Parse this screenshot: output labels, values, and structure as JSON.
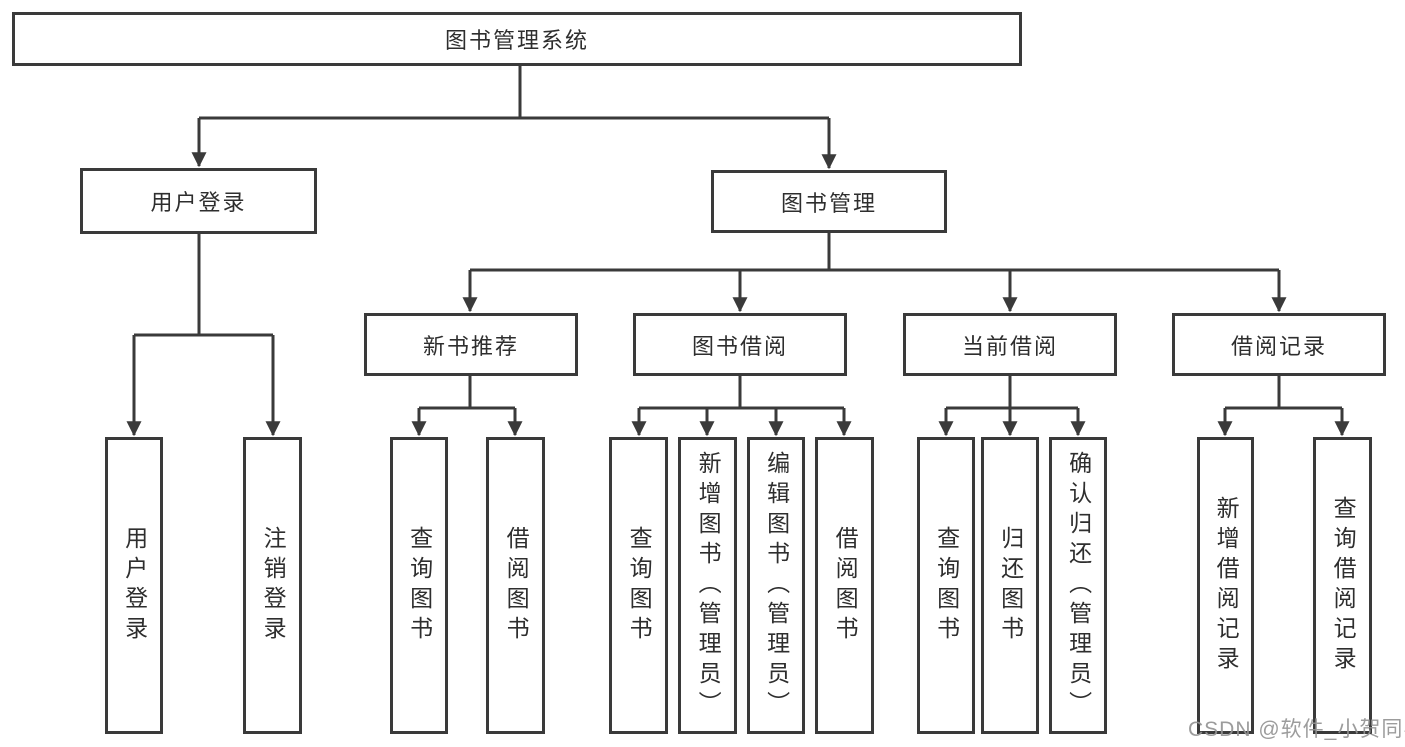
{
  "diagram": {
    "root": {
      "label": "图书管理系统"
    },
    "level2": [
      {
        "label": "用户登录"
      },
      {
        "label": "图书管理"
      }
    ],
    "level3": [
      {
        "label": "新书推荐"
      },
      {
        "label": "图书借阅"
      },
      {
        "label": "当前借阅"
      },
      {
        "label": "借阅记录"
      }
    ],
    "leaves": {
      "user_login": [
        "用户登录",
        "注销登录"
      ],
      "new_book_recommend": [
        "查询图书",
        "借阅图书"
      ],
      "book_borrow": [
        "查询图书",
        "新增图书（管理员）",
        "编辑图书（管理员）",
        "借阅图书"
      ],
      "current_borrow": [
        "查询图书",
        "归还图书",
        "确认归还（管理员）"
      ],
      "borrow_records": [
        "新增借阅记录",
        "查询借阅记录"
      ]
    }
  },
  "watermark": {
    "text": "CSDN @软件_小贺同学"
  },
  "colors": {
    "line": "#3a3a3a",
    "text": "#2e2e2e",
    "watermark": "#949494",
    "box_bg": "#ffffff"
  }
}
